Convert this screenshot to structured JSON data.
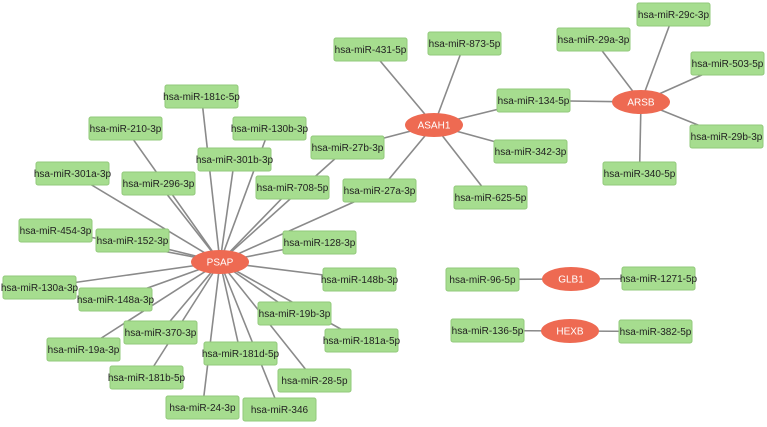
{
  "genes": {
    "psap": "PSAP",
    "asah1": "ASAH1",
    "arsb": "ARSB",
    "glb1": "GLB1",
    "hexb": "HEXB"
  },
  "mirnas": {
    "m210_3p": "hsa-miR-210-3p",
    "m181c_5p": "hsa-miR-181c-5p",
    "m130b_3p": "hsa-miR-130b-3p",
    "m301b_3p": "hsa-miR-301b-3p",
    "m301a_3p": "hsa-miR-301a-3p",
    "m296_3p": "hsa-miR-296-3p",
    "m708_5p": "hsa-miR-708-5p",
    "m27b_3p": "hsa-miR-27b-3p",
    "m27a_3p": "hsa-miR-27a-3p",
    "m454_3p": "hsa-miR-454-3p",
    "m152_3p": "hsa-miR-152-3p",
    "m128_3p": "hsa-miR-128-3p",
    "m148b_3p": "hsa-miR-148b-3p",
    "m130a_3p": "hsa-miR-130a-3p",
    "m148a_3p": "hsa-miR-148a-3p",
    "m19b_3p": "hsa-miR-19b-3p",
    "m181a_5p": "hsa-miR-181a-5p",
    "m370_3p": "hsa-miR-370-3p",
    "m19a_3p": "hsa-miR-19a-3p",
    "m181d_5p": "hsa-miR-181d-5p",
    "m181b_5p": "hsa-miR-181b-5p",
    "m28_5p": "hsa-miR-28-5p",
    "m24_3p": "hsa-miR-24-3p",
    "m346": "hsa-miR-346",
    "m431_5p": "hsa-miR-431-5p",
    "m873_5p": "hsa-miR-873-5p",
    "m342_3p": "hsa-miR-342-3p",
    "m625_5p": "hsa-miR-625-5p",
    "m134_5p": "hsa-miR-134-5p",
    "m29a_3p": "hsa-miR-29a-3p",
    "m29c_3p": "hsa-miR-29c-3p",
    "m503_5p": "hsa-miR-503-5p",
    "m29b_3p": "hsa-miR-29b-3p",
    "m340_5p": "hsa-miR-340-5p",
    "m96_5p": "hsa-miR-96-5p",
    "m1271_5p": "hsa-miR-1271-5p",
    "m136_5p": "hsa-miR-136-5p",
    "m382_5p": "hsa-miR-382-5p"
  },
  "edges": [
    [
      "psap",
      "m210_3p"
    ],
    [
      "psap",
      "m181c_5p"
    ],
    [
      "psap",
      "m130b_3p"
    ],
    [
      "psap",
      "m301b_3p"
    ],
    [
      "psap",
      "m301a_3p"
    ],
    [
      "psap",
      "m296_3p"
    ],
    [
      "psap",
      "m708_5p"
    ],
    [
      "psap",
      "m27b_3p"
    ],
    [
      "psap",
      "m27a_3p"
    ],
    [
      "psap",
      "m454_3p"
    ],
    [
      "psap",
      "m152_3p"
    ],
    [
      "psap",
      "m128_3p"
    ],
    [
      "psap",
      "m148b_3p"
    ],
    [
      "psap",
      "m130a_3p"
    ],
    [
      "psap",
      "m148a_3p"
    ],
    [
      "psap",
      "m19b_3p"
    ],
    [
      "psap",
      "m181a_5p"
    ],
    [
      "psap",
      "m370_3p"
    ],
    [
      "psap",
      "m19a_3p"
    ],
    [
      "psap",
      "m181d_5p"
    ],
    [
      "psap",
      "m181b_5p"
    ],
    [
      "psap",
      "m28_5p"
    ],
    [
      "psap",
      "m24_3p"
    ],
    [
      "psap",
      "m346"
    ],
    [
      "asah1",
      "m431_5p"
    ],
    [
      "asah1",
      "m873_5p"
    ],
    [
      "asah1",
      "m27b_3p"
    ],
    [
      "asah1",
      "m27a_3p"
    ],
    [
      "asah1",
      "m342_3p"
    ],
    [
      "asah1",
      "m625_5p"
    ],
    [
      "asah1",
      "m134_5p"
    ],
    [
      "arsb",
      "m134_5p"
    ],
    [
      "arsb",
      "m29a_3p"
    ],
    [
      "arsb",
      "m29c_3p"
    ],
    [
      "arsb",
      "m503_5p"
    ],
    [
      "arsb",
      "m29b_3p"
    ],
    [
      "arsb",
      "m340_5p"
    ],
    [
      "glb1",
      "m96_5p"
    ],
    [
      "glb1",
      "m1271_5p"
    ],
    [
      "hexb",
      "m136_5p"
    ],
    [
      "hexb",
      "m382_5p"
    ]
  ],
  "colors": {
    "gene_fill": "#ee6a52",
    "mirna_fill": "#a6dd8f",
    "edge": "#8a8a8a"
  }
}
